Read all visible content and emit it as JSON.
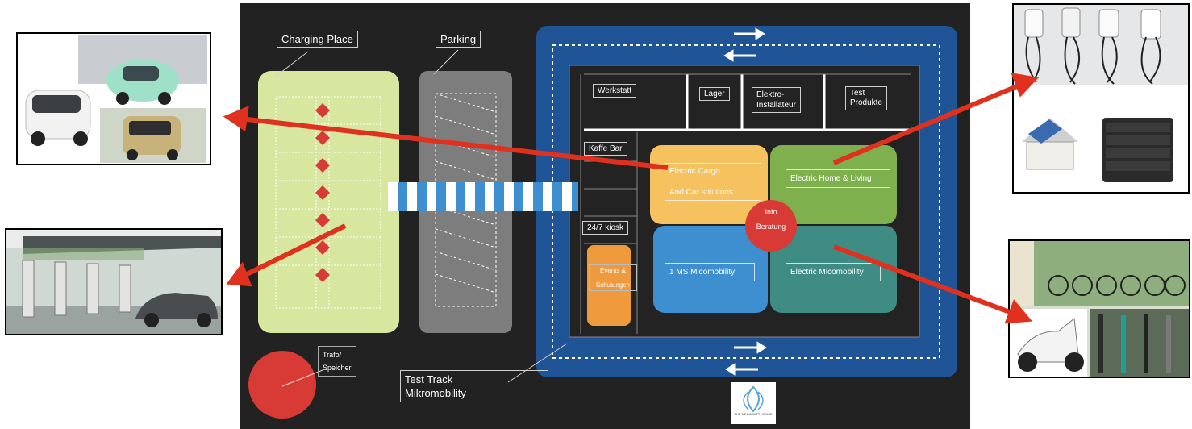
{
  "labels": {
    "charging_place": "Charging Place",
    "parking": "Parking",
    "trafo": "Trafo/\nSpeicher",
    "test_track": "Test Track\nMikromobility",
    "werkstatt": "Werkstatt",
    "lager": "Lager",
    "elektro": "Elektro-\nInstallateur",
    "test_produkte": "Test\nProdukte",
    "kaffe_bar": "Kaffe Bar",
    "kiosk": "24/7 kiosk",
    "events": "Events &\n\nSchulungen",
    "cargo": "Electric Cargo\n\nAnd Car solutions",
    "home_living": "Electric Home & Living",
    "ms_micomobility": "1 MS Micomobility",
    "electric_micomobility": "Electric Micomobility",
    "info": "Info\n\nBeratung"
  },
  "logo_text": "THE MEGAWATT HOUSE",
  "colors": {
    "board": "#222222",
    "track_blue": "#1f5597",
    "charging_green": "#d7e7a0",
    "parking_grey": "#7d7d7d",
    "cargo_orange": "#f6c15f",
    "home_green": "#7fb04e",
    "ms_blue": "#3d8fd0",
    "micomobility_teal": "#3f8c85",
    "info_red": "#d83a35",
    "events_orange": "#f09a3e",
    "arrow_red": "#e0301e",
    "diamond_red": "#d83a35"
  }
}
